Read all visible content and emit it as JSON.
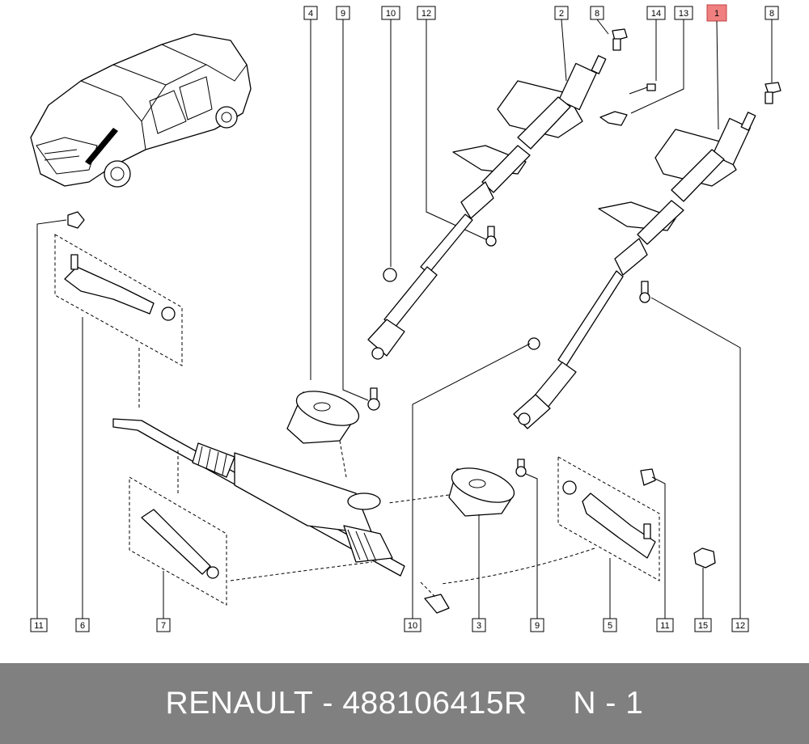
{
  "footer": {
    "brand": "RENAULT",
    "separator1": " - ",
    "part_number": "488106415R",
    "gap": "     ",
    "ref_label": "N",
    "separator2": " - ",
    "ref_number": "1"
  },
  "callouts": {
    "top_4": "4",
    "top_9": "9",
    "top_10": "10",
    "top_12": "12",
    "top_2": "2",
    "top_8a": "8",
    "top_14": "14",
    "top_13": "13",
    "top_1": "1",
    "top_8b": "8",
    "bot_11a": "11",
    "bot_6": "6",
    "bot_7": "7",
    "bot_10": "10",
    "bot_3": "3",
    "bot_9": "9",
    "bot_5": "5",
    "bot_11b": "11",
    "bot_15": "15",
    "bot_12": "12"
  },
  "colors": {
    "highlight_fill": "#f08080",
    "footer_bg": "#808080",
    "footer_text": "#ffffff"
  }
}
